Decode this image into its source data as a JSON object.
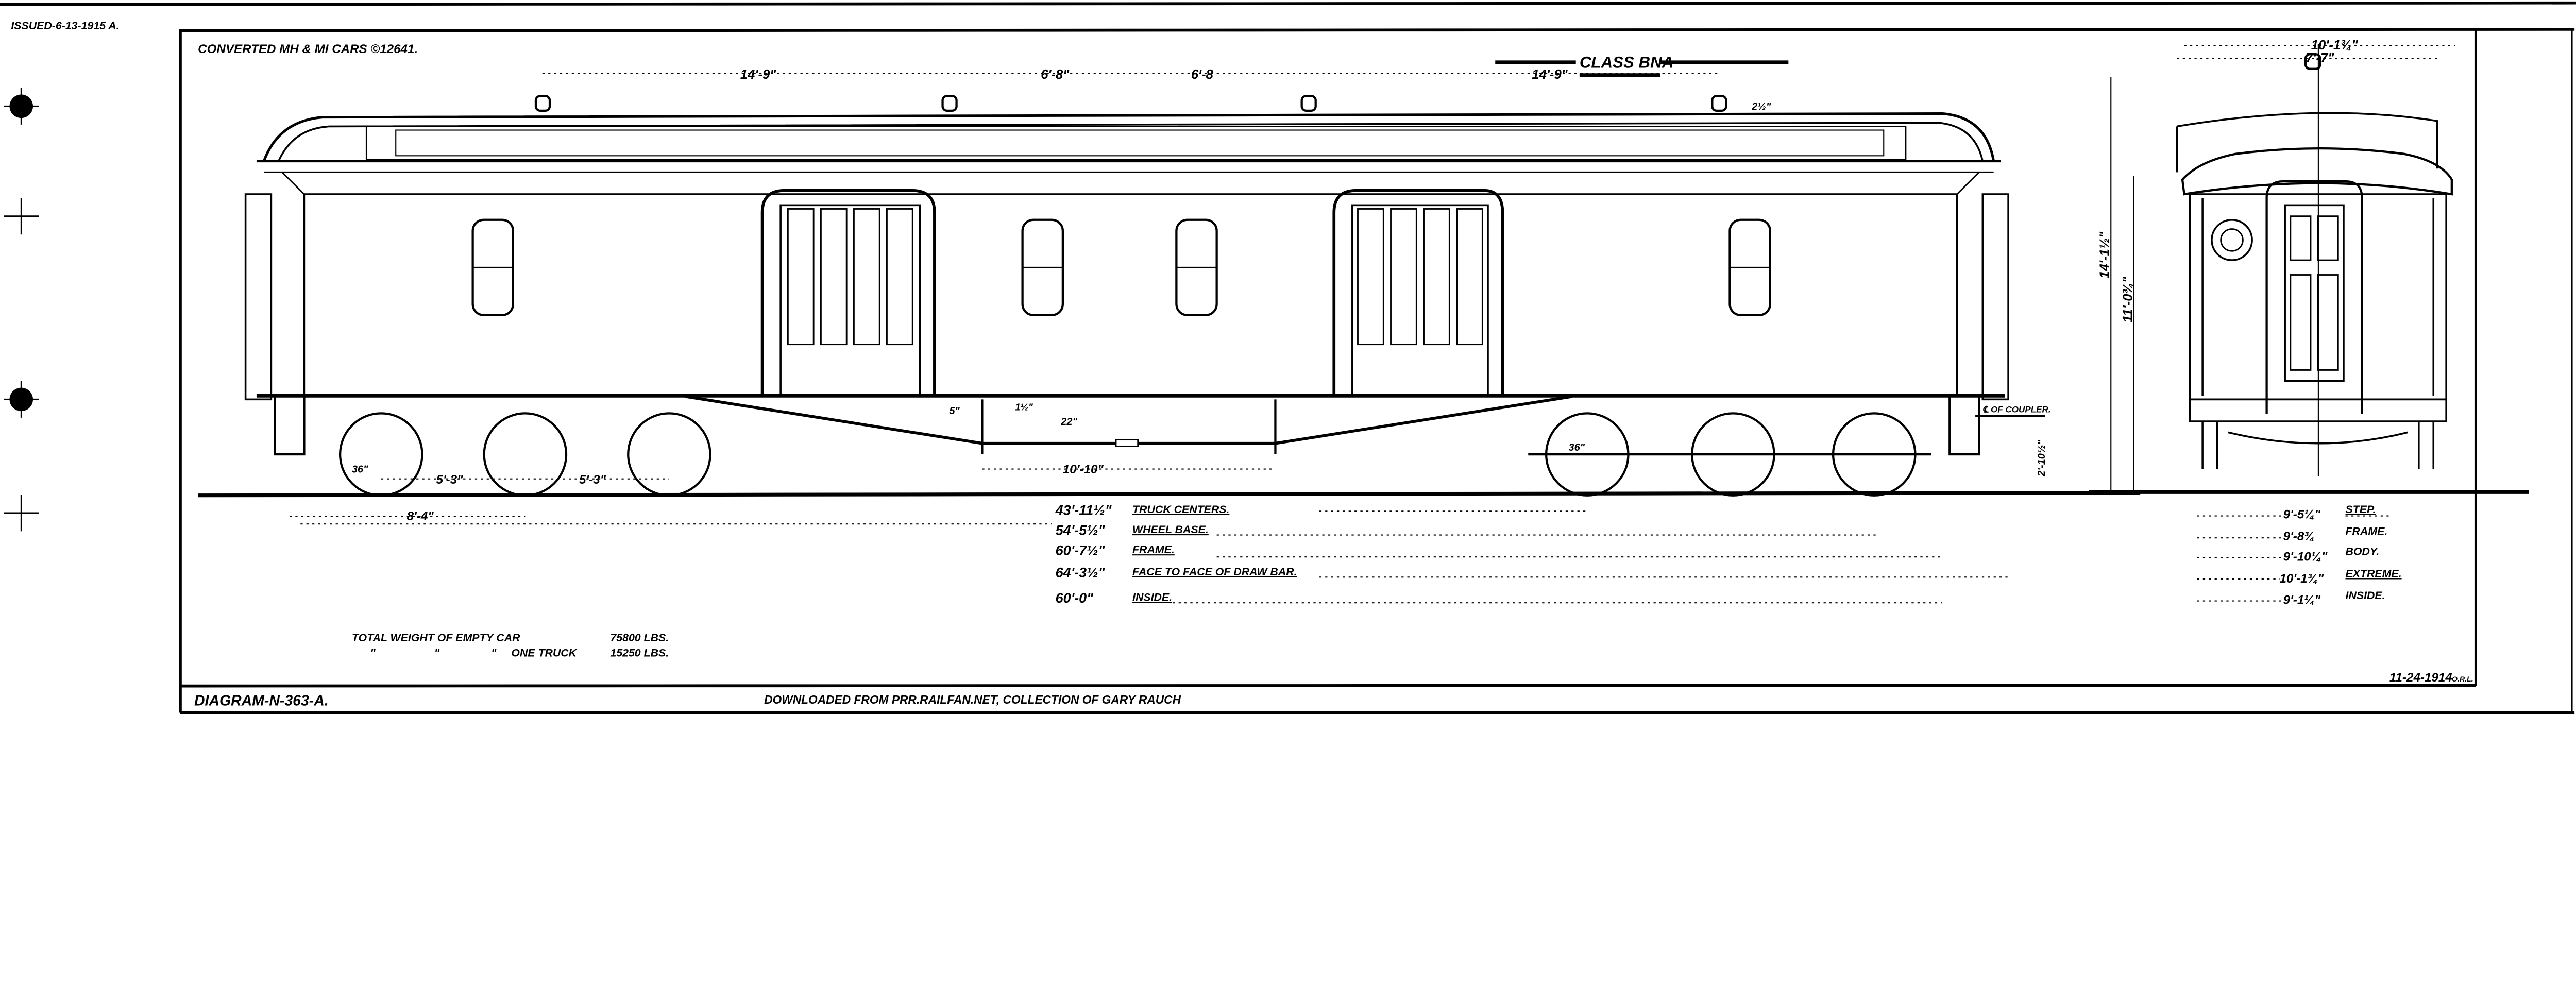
{
  "header": {
    "issued": "ISSUED-6-13-1915 A.",
    "converted": "CONVERTED MH & MI CARS ©12641.",
    "class_label": "CLASS BNA"
  },
  "side_view": {
    "vent_spacing": [
      "14'-9\"",
      "6'-8\"",
      "6'-8",
      "14'-9\""
    ],
    "vent_height": "2½\"",
    "wheel_diameter": "36\"",
    "wheel_spacing": [
      "5'-3\"",
      "5'-3\""
    ],
    "end_to_truck": "8'-4\"",
    "truss_offset": "5\"",
    "truss_small": "1½\"",
    "truss_depth": "22\"",
    "truss_length": "10'-10\"",
    "coupler_label": "℄ OF COUPLER.",
    "coupler_height": "2'-10½\""
  },
  "length_dimensions": [
    {
      "value": "43'-11½\"",
      "label": "TRUCK CENTERS."
    },
    {
      "value": "54'-5½\"",
      "label": "WHEEL BASE."
    },
    {
      "value": "60'-7½\"",
      "label": "FRAME."
    },
    {
      "value": "64'-3½\"",
      "label": "FACE TO FACE OF DRAW BAR."
    },
    {
      "value": "60'-0\"",
      "label": "INSIDE."
    }
  ],
  "end_view": {
    "width_extreme": "10'-1¾\"",
    "width_roof": "7'-7\"",
    "height_total": "14'-1½\"",
    "height_eaves": "11'-0¾\""
  },
  "width_dimensions": [
    {
      "value": "9'-5¼\"",
      "label": "STEP."
    },
    {
      "value": "9'-8¾",
      "label": "FRAME."
    },
    {
      "value": "9'-10¼\"",
      "label": "BODY."
    },
    {
      "value": "10'-1¾\"",
      "label": "EXTREME."
    },
    {
      "value": "9'-1¼\"",
      "label": "INSIDE."
    }
  ],
  "weights": {
    "row1_label": "TOTAL WEIGHT OF EMPTY CAR",
    "row1_value": "75800 LBS.",
    "row2_ditto": [
      "\"",
      "\"",
      "\""
    ],
    "row2_label": "ONE TRUCK",
    "row2_value": "15250 LBS."
  },
  "footer": {
    "diagram_no": "DIAGRAM-N-363-A.",
    "credit": "DOWNLOADED FROM PRR.RAILFAN.NET, COLLECTION OF GARY RAUCH",
    "date": "11-24-1914",
    "initials": "O.R.L."
  },
  "colors": {
    "ink": "#000000",
    "paper": "#ffffff"
  }
}
